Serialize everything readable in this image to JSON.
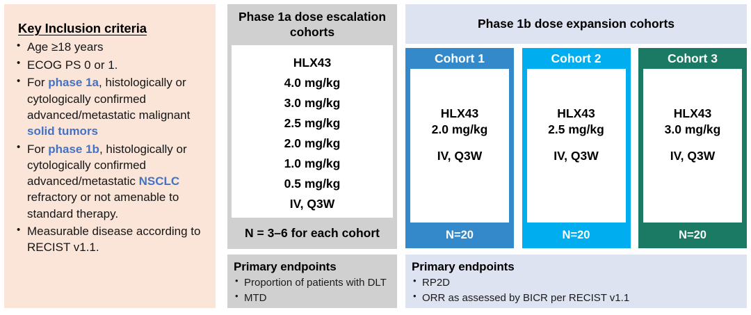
{
  "colors": {
    "inclusion_bg": "#fae5d8",
    "phase1a_bg": "#d0d0d0",
    "phase1b_bg": "#dde3f0",
    "highlight_blue": "#4472c4",
    "cohort1": "#3389c9",
    "cohort2": "#00aeef",
    "cohort3": "#1b7a64",
    "white": "#ffffff"
  },
  "inclusion": {
    "title": "Key Inclusion criteria",
    "items": [
      {
        "parts": [
          {
            "t": "Age ≥18 years",
            "hl": false
          }
        ]
      },
      {
        "parts": [
          {
            "t": "ECOG PS 0 or 1.",
            "hl": false
          }
        ]
      },
      {
        "parts": [
          {
            "t": "For ",
            "hl": false
          },
          {
            "t": "phase 1a",
            "hl": true
          },
          {
            "t": ", histologically or cytologically confirmed advanced/metastatic malignant ",
            "hl": false
          },
          {
            "t": "solid tumors",
            "hl": true
          }
        ]
      },
      {
        "parts": [
          {
            "t": "For ",
            "hl": false
          },
          {
            "t": "phase 1b",
            "hl": true
          },
          {
            "t": ", histologically or cytologically confirmed advanced/metastatic ",
            "hl": false
          },
          {
            "t": "NSCLC",
            "hl": true
          },
          {
            "t": " refractory or not amenable to standard therapy.",
            "hl": false
          }
        ]
      },
      {
        "parts": [
          {
            "t": "Measurable disease according to RECIST v1.1.",
            "hl": false
          }
        ]
      }
    ]
  },
  "phase1a": {
    "header": "Phase 1a dose escalation cohorts",
    "doses": [
      "HLX43",
      "4.0 mg/kg",
      "3.0 mg/kg",
      "2.5 mg/kg",
      "2.0 mg/kg",
      "1.0 mg/kg",
      "0.5 mg/kg",
      "IV, Q3W"
    ],
    "n_label": "N = 3–6 for each cohort",
    "endpoints": {
      "title": "Primary endpoints",
      "items": [
        "Proportion of patients with DLT",
        "MTD"
      ]
    }
  },
  "phase1b": {
    "header": "Phase 1b dose expansion cohorts",
    "cohorts": [
      {
        "name": "Cohort 1",
        "drug": "HLX43",
        "dose": "2.0 mg/kg",
        "route": "IV, Q3W",
        "n": "N=20",
        "color": "#3389c9"
      },
      {
        "name": "Cohort 2",
        "drug": "HLX43",
        "dose": "2.5 mg/kg",
        "route": "IV, Q3W",
        "n": "N=20",
        "color": "#00aeef"
      },
      {
        "name": "Cohort 3",
        "drug": "HLX43",
        "dose": "3.0 mg/kg",
        "route": "IV, Q3W",
        "n": "N=20",
        "color": "#1b7a64"
      }
    ],
    "endpoints": {
      "title": "Primary endpoints",
      "items": [
        "RP2D",
        "ORR as assessed by BICR per RECIST v1.1"
      ]
    }
  }
}
